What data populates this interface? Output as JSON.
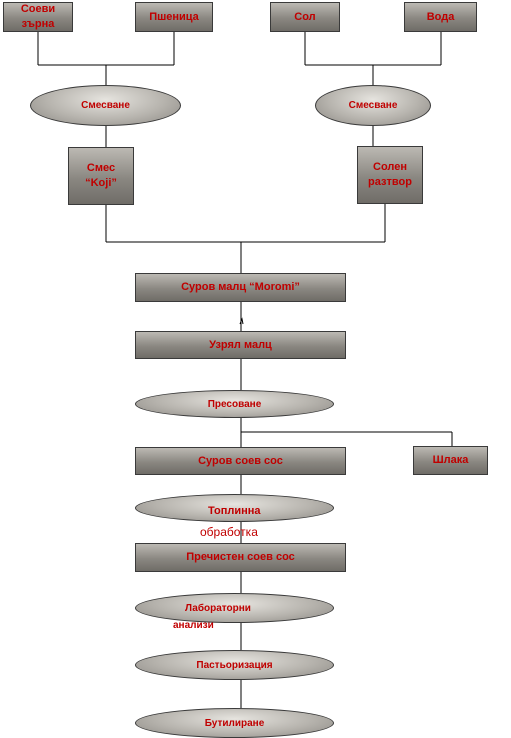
{
  "inputs": {
    "soy": "Соеви зърна",
    "wheat": "Пшеница",
    "salt": "Сол",
    "water": "Вода"
  },
  "mix_left": "Смесване",
  "mix_right": "Смесване",
  "koji": {
    "line1": "Смес",
    "line2": "“Koji”"
  },
  "brine": {
    "line1": "Солен",
    "line2": "разтвор"
  },
  "moromi": "Суров малц “Moromi”",
  "mature": "Узрял малц",
  "pressing": "Пресоване",
  "raw_sauce": "Суров соев сос",
  "slag": "Шлака",
  "heat": {
    "line1": "Топлинна",
    "line2": "обработка"
  },
  "refined": "Пречистен соев сос",
  "lab": {
    "line1": "Лабораторни",
    "line2": "анализи"
  },
  "pasteurization": "Пастьоризация",
  "bottling": "Бутилиране",
  "colors": {
    "text": "#c00000",
    "line": "#000000",
    "shape_border": "#3a3a3a"
  }
}
